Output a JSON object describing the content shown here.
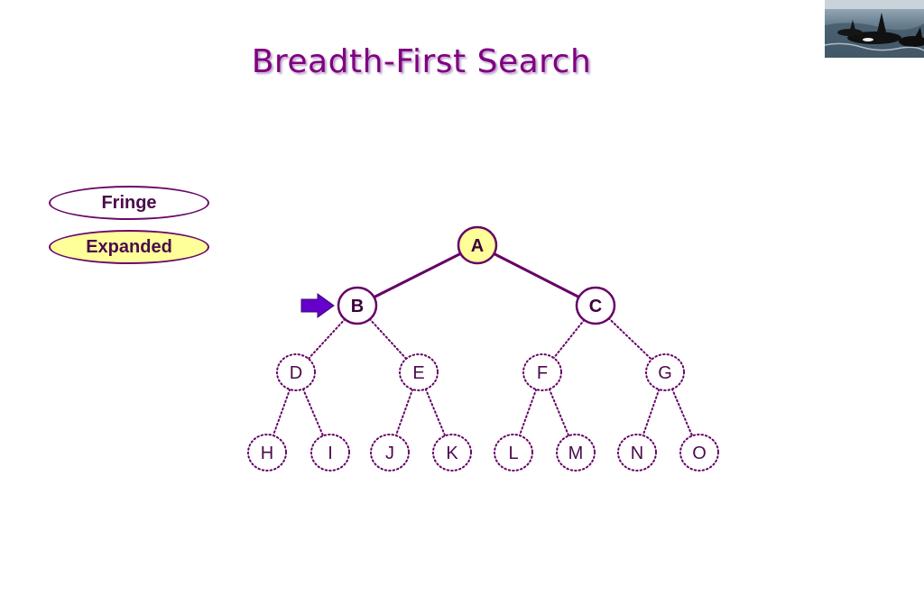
{
  "title": "Breadth-First Search",
  "legend": {
    "fringe": "Fringe",
    "expanded": "Expanded"
  },
  "photo_icon": "orca-whales-photo",
  "colors": {
    "edge": "#660066",
    "node_border": "#660066",
    "expanded_fill": "#ffff99",
    "pointer": "#6600cc",
    "title": "#800080"
  },
  "tree": {
    "nodes": [
      {
        "id": "A",
        "label": "A",
        "state": "expanded"
      },
      {
        "id": "B",
        "label": "B",
        "state": "fringe"
      },
      {
        "id": "C",
        "label": "C",
        "state": "fringe"
      },
      {
        "id": "D",
        "label": "D",
        "state": "unvisited"
      },
      {
        "id": "E",
        "label": "E",
        "state": "unvisited"
      },
      {
        "id": "F",
        "label": "F",
        "state": "unvisited"
      },
      {
        "id": "G",
        "label": "G",
        "state": "unvisited"
      },
      {
        "id": "H",
        "label": "H",
        "state": "unvisited"
      },
      {
        "id": "I",
        "label": "I",
        "state": "unvisited"
      },
      {
        "id": "J",
        "label": "J",
        "state": "unvisited"
      },
      {
        "id": "K",
        "label": "K",
        "state": "unvisited"
      },
      {
        "id": "L",
        "label": "L",
        "state": "unvisited"
      },
      {
        "id": "M",
        "label": "M",
        "state": "unvisited"
      },
      {
        "id": "N",
        "label": "N",
        "state": "unvisited"
      },
      {
        "id": "O",
        "label": "O",
        "state": "unvisited"
      }
    ],
    "edges": [
      {
        "from": "A",
        "to": "B",
        "style": "solid"
      },
      {
        "from": "A",
        "to": "C",
        "style": "solid"
      },
      {
        "from": "B",
        "to": "D",
        "style": "dotted"
      },
      {
        "from": "B",
        "to": "E",
        "style": "dotted"
      },
      {
        "from": "C",
        "to": "F",
        "style": "dotted"
      },
      {
        "from": "C",
        "to": "G",
        "style": "dotted"
      },
      {
        "from": "D",
        "to": "H",
        "style": "dotted"
      },
      {
        "from": "D",
        "to": "I",
        "style": "dotted"
      },
      {
        "from": "E",
        "to": "J",
        "style": "dotted"
      },
      {
        "from": "E",
        "to": "K",
        "style": "dotted"
      },
      {
        "from": "F",
        "to": "L",
        "style": "dotted"
      },
      {
        "from": "F",
        "to": "M",
        "style": "dotted"
      },
      {
        "from": "G",
        "to": "N",
        "style": "dotted"
      },
      {
        "from": "G",
        "to": "O",
        "style": "dotted"
      }
    ],
    "current": "B"
  }
}
